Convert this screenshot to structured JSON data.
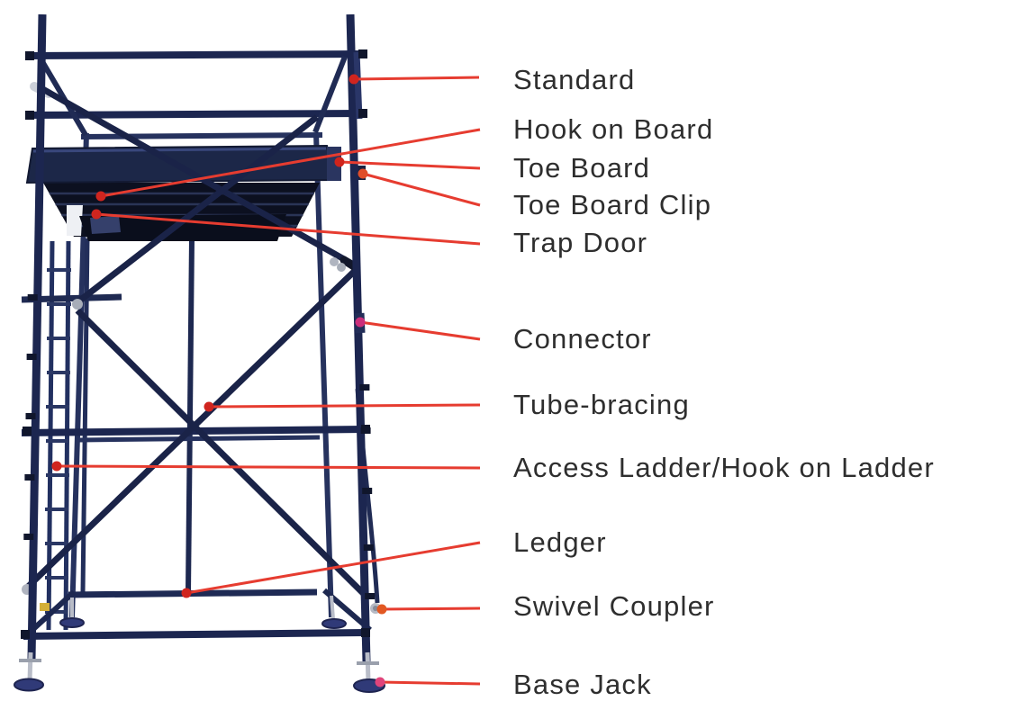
{
  "figure": {
    "title": "Scaffolding components diagram",
    "background": "#ffffff"
  },
  "colors": {
    "leader_line": "#e63c30",
    "label_text": "#2e2e2e",
    "scaffold_navy": "#1c2650",
    "platform_dark": "#0c1020",
    "base_plate_blue": "#303a78",
    "silver_fitting": "#b9bdc8"
  },
  "callouts": [
    {
      "id": "standard",
      "label": "Standard",
      "dot_color": "#d0251f"
    },
    {
      "id": "hook-on-board",
      "label": "Hook on Board",
      "dot_color": "#d0251f"
    },
    {
      "id": "toe-board",
      "label": "Toe Board",
      "dot_color": "#cf241c"
    },
    {
      "id": "toe-board-clip",
      "label": "Toe Board Clip",
      "dot_color": "#e04e2a"
    },
    {
      "id": "trap-door",
      "label": "Trap Door",
      "dot_color": "#d0251f"
    },
    {
      "id": "connector",
      "label": "Connector",
      "dot_color": "#cb2f7b"
    },
    {
      "id": "tube-bracing",
      "label": "Tube-bracing",
      "dot_color": "#d0251f"
    },
    {
      "id": "access-ladder",
      "label": "Access Ladder/Hook on Ladder",
      "dot_color": "#d0251f"
    },
    {
      "id": "ledger",
      "label": "Ledger",
      "dot_color": "#d0251f"
    },
    {
      "id": "swivel-coupler",
      "label": "Swivel Coupler",
      "dot_color": "#e25822"
    },
    {
      "id": "base-jack",
      "label": "Base Jack",
      "dot_color": "#e0457b"
    }
  ]
}
